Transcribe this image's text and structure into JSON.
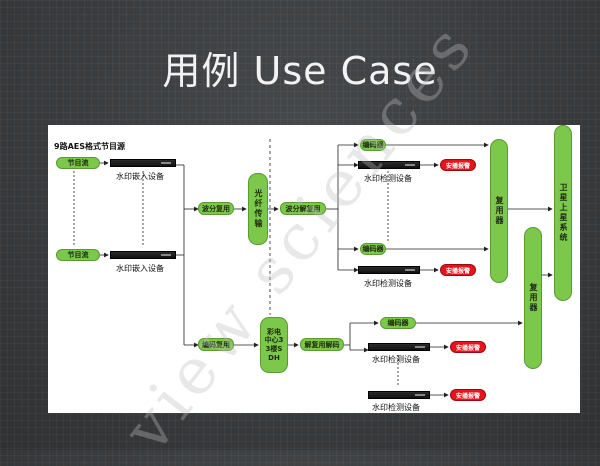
{
  "slide": {
    "title": "用例 Use Case"
  },
  "diagram": {
    "source_label": "9路AES格式节目源",
    "program_stream_1": "节目流",
    "program_stream_2": "节目流",
    "watermark_embed_1": "水印嵌入设备",
    "watermark_embed_2": "水印嵌入设备",
    "mux_1": "波分复用",
    "mux_2": "编码复用",
    "fiber": "光纤传输",
    "demux": "波分解复用",
    "sdh": "彩电中心33楼SDH",
    "demux_decode": "解复用解码",
    "encoder_1": "编码器",
    "encoder_2": "编码器",
    "encoder_3": "编码器",
    "detect_1": "水印检测设备",
    "detect_2": "水印检测设备",
    "detect_3": "水印检测设备",
    "detect_4": "水印检测设备",
    "alarm_1": "安播报警",
    "alarm_2": "安播报警",
    "alarm_3": "安播报警",
    "alarm_4": "安播报警",
    "multiplexer_1": "复用器",
    "multiplexer_2": "复用器",
    "satellite": "卫星上星系统"
  },
  "background_watermark": "view sciences",
  "colors": {
    "node_green": "#7cc84a",
    "alarm_red": "#e8141c",
    "background": "#3a3d3f"
  }
}
